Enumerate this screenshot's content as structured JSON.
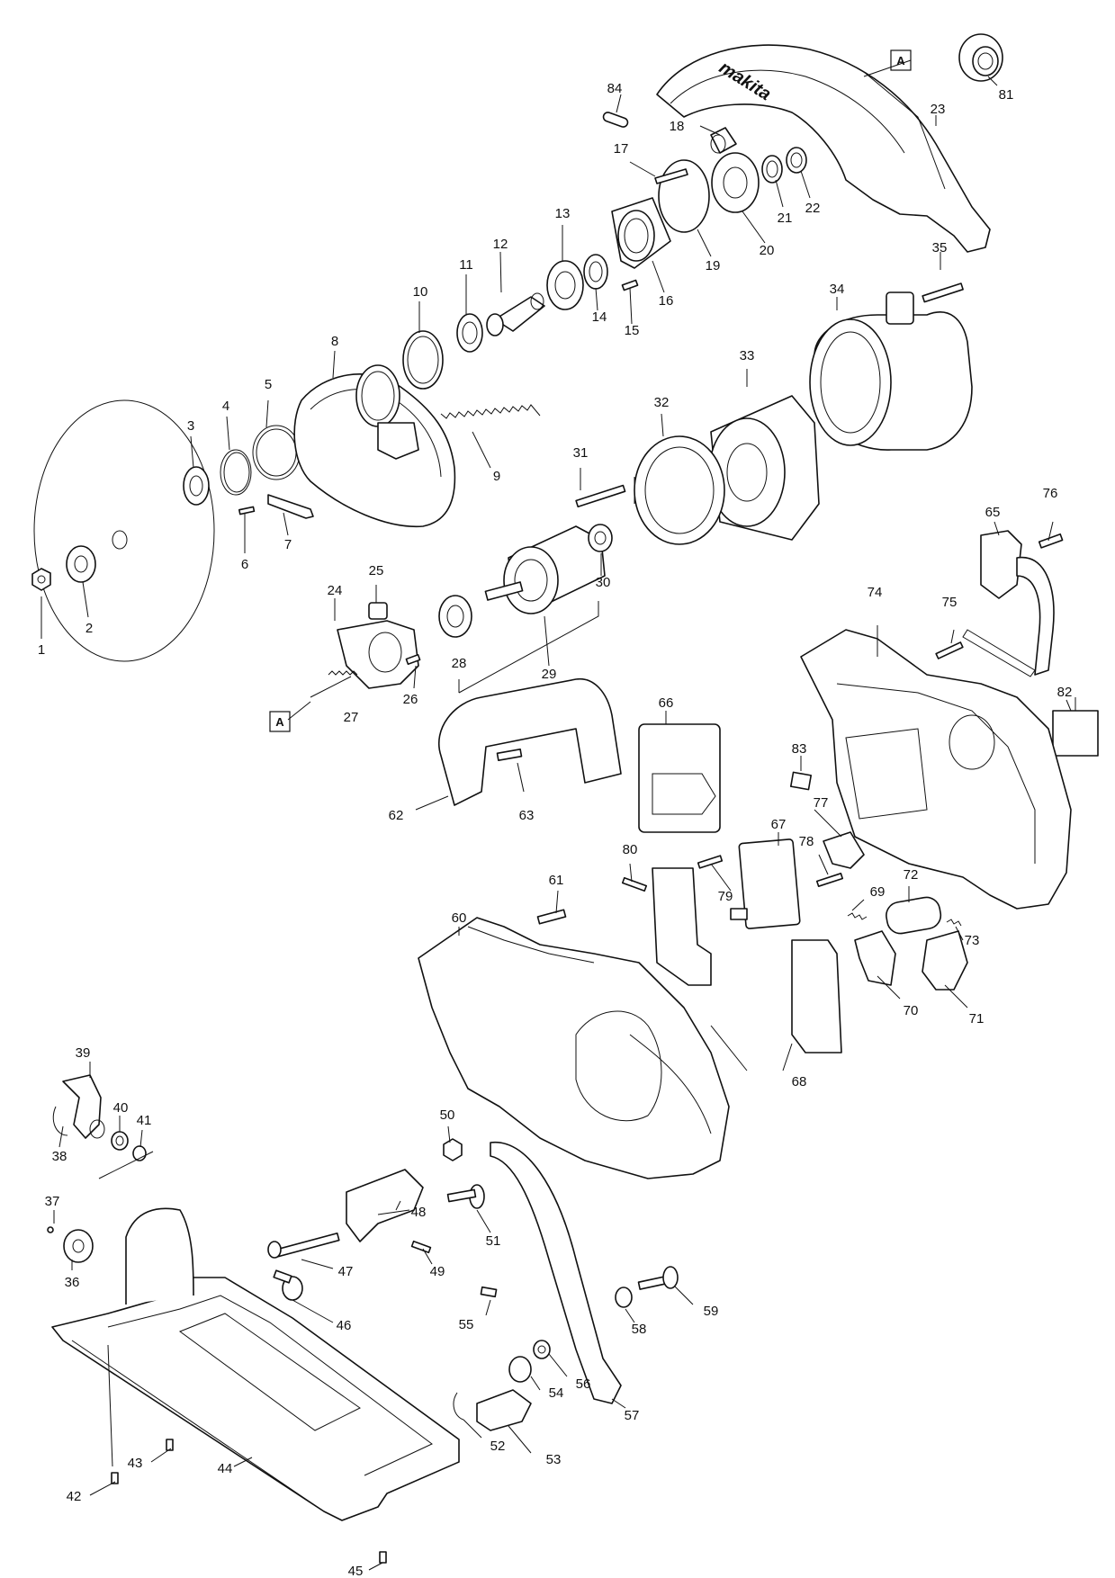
{
  "brand_logo": "makita",
  "ref_label": "A",
  "callouts": [
    "1",
    "2",
    "3",
    "4",
    "5",
    "6",
    "7",
    "8",
    "9",
    "10",
    "11",
    "12",
    "13",
    "14",
    "15",
    "16",
    "17",
    "18",
    "19",
    "20",
    "21",
    "22",
    "23",
    "24",
    "25",
    "26",
    "27",
    "28",
    "29",
    "30",
    "31",
    "32",
    "33",
    "34",
    "35",
    "36",
    "37",
    "38",
    "39",
    "40",
    "41",
    "42",
    "43",
    "44",
    "45",
    "46",
    "47",
    "48",
    "49",
    "50",
    "51",
    "52",
    "53",
    "54",
    "55",
    "56",
    "57",
    "58",
    "59",
    "60",
    "61",
    "62",
    "63",
    "65",
    "66",
    "67",
    "68",
    "69",
    "70",
    "71",
    "72",
    "73",
    "74",
    "75",
    "76",
    "77",
    "78",
    "79",
    "80",
    "81",
    "82",
    "83",
    "84"
  ]
}
